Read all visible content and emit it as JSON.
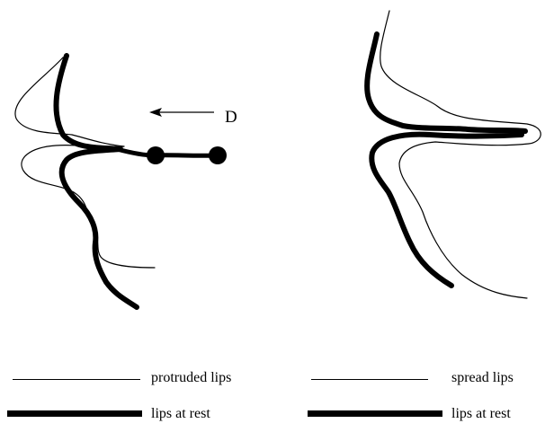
{
  "diagram": {
    "arrow_label": "D",
    "legend_left": {
      "thin_label": "protruded lips",
      "thick_label": "lips at rest"
    },
    "legend_right": {
      "thin_label": "spread lips",
      "thick_label": "lips at rest"
    },
    "colors": {
      "stroke": "#000000",
      "background": "#ffffff"
    }
  }
}
